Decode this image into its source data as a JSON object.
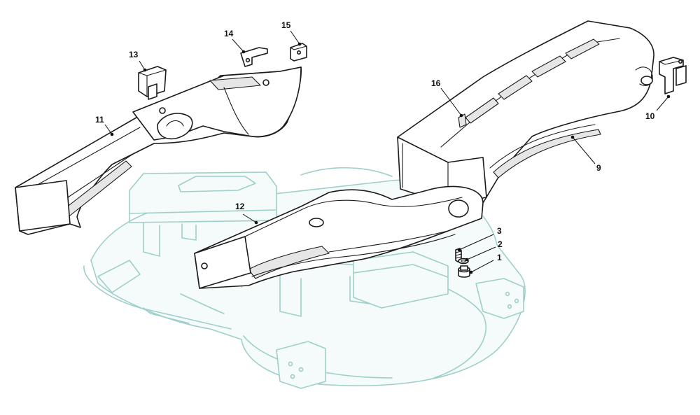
{
  "callouts": [
    {
      "id": "c1",
      "label": "1"
    },
    {
      "id": "c2",
      "label": "2"
    },
    {
      "id": "c3",
      "label": "3"
    },
    {
      "id": "c9",
      "label": "9"
    },
    {
      "id": "c10",
      "label": "10"
    },
    {
      "id": "c11",
      "label": "11"
    },
    {
      "id": "c12",
      "label": "12"
    },
    {
      "id": "c13",
      "label": "13"
    },
    {
      "id": "c14",
      "label": "14"
    },
    {
      "id": "c15",
      "label": "15"
    },
    {
      "id": "c16",
      "label": "16"
    }
  ],
  "colors": {
    "ghost_outline": "#9fcfc9",
    "part_outline": "#1a1a1a",
    "background": "#ffffff"
  }
}
